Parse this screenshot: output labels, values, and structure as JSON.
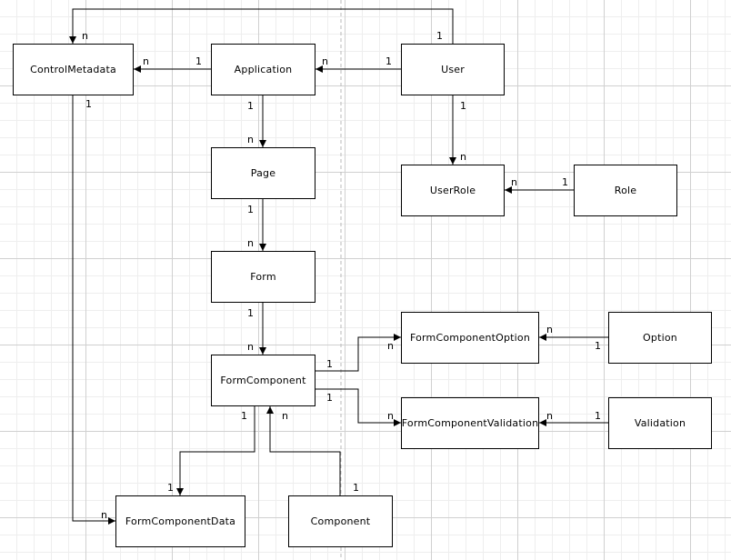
{
  "diagram": {
    "entities": [
      {
        "id": "ControlMetadata",
        "label": "ControlMetadata"
      },
      {
        "id": "Application",
        "label": "Application"
      },
      {
        "id": "User",
        "label": "User"
      },
      {
        "id": "Page",
        "label": "Page"
      },
      {
        "id": "UserRole",
        "label": "UserRole"
      },
      {
        "id": "Role",
        "label": "Role"
      },
      {
        "id": "Form",
        "label": "Form"
      },
      {
        "id": "FormComponentOption",
        "label": "FormComponentOption"
      },
      {
        "id": "Option",
        "label": "Option"
      },
      {
        "id": "FormComponent",
        "label": "FormComponent"
      },
      {
        "id": "FormComponentValidation",
        "label": "FormComponentValidation"
      },
      {
        "id": "Validation",
        "label": "Validation"
      },
      {
        "id": "FormComponentData",
        "label": "FormComponentData"
      },
      {
        "id": "Component",
        "label": "Component"
      }
    ],
    "relations": [
      {
        "from": "User",
        "to": "ControlMetadata",
        "from_card": "1",
        "to_card": "n"
      },
      {
        "from": "Application",
        "to": "ControlMetadata",
        "from_card": "1",
        "to_card": "n"
      },
      {
        "from": "User",
        "to": "Application",
        "from_card": "1",
        "to_card": "n"
      },
      {
        "from": "User",
        "to": "UserRole",
        "from_card": "1",
        "to_card": "n"
      },
      {
        "from": "Role",
        "to": "UserRole",
        "from_card": "1",
        "to_card": "n"
      },
      {
        "from": "Application",
        "to": "Page",
        "from_card": "1",
        "to_card": "n"
      },
      {
        "from": "Page",
        "to": "Form",
        "from_card": "1",
        "to_card": "n"
      },
      {
        "from": "Form",
        "to": "FormComponent",
        "from_card": "1",
        "to_card": "n"
      },
      {
        "from": "FormComponent",
        "to": "FormComponentOption",
        "from_card": "1",
        "to_card": "n"
      },
      {
        "from": "Option",
        "to": "FormComponentOption",
        "from_card": "1",
        "to_card": "n"
      },
      {
        "from": "FormComponent",
        "to": "FormComponentValidation",
        "from_card": "1",
        "to_card": "n"
      },
      {
        "from": "Validation",
        "to": "FormComponentValidation",
        "from_card": "1",
        "to_card": "n"
      },
      {
        "from": "FormComponent",
        "to": "FormComponentData",
        "from_card": "1",
        "to_card": "1"
      },
      {
        "from": "Component",
        "to": "FormComponent",
        "from_card": "1",
        "to_card": "n"
      },
      {
        "from": "ControlMetadata",
        "to": "FormComponentData",
        "from_card": "1",
        "to_card": "n"
      }
    ]
  }
}
